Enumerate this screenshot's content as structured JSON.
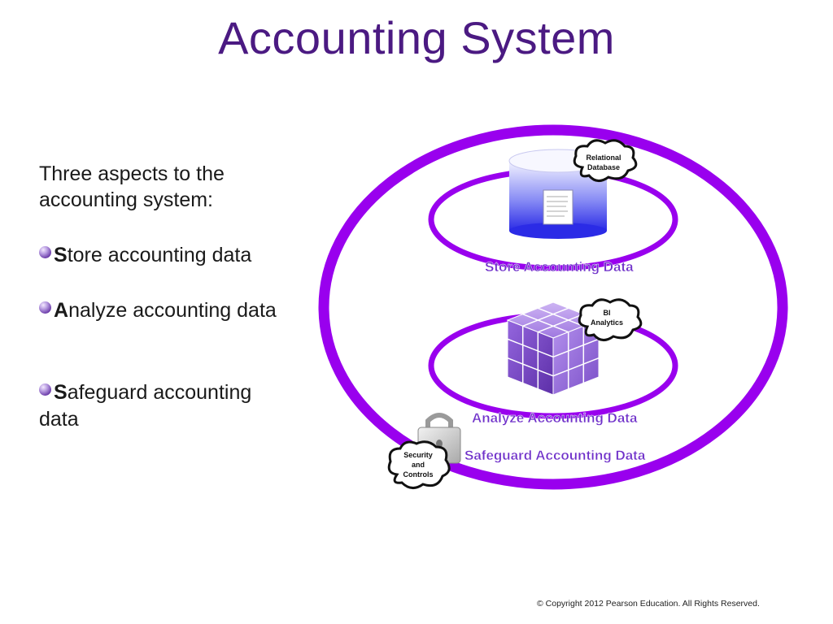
{
  "slide": {
    "title": "Accounting System",
    "intro": "Three aspects to the accounting system:",
    "bullets": [
      {
        "initial": "S",
        "rest": "tore accounting data"
      },
      {
        "initial": "A",
        "rest": "nalyze accounting data"
      },
      {
        "initial": "S",
        "rest": "afeguard accounting data"
      }
    ]
  },
  "diagram": {
    "clouds": {
      "relational_database": [
        "Relational",
        "Database"
      ],
      "bi_analytics": [
        "BI",
        "Analytics"
      ],
      "security_controls": [
        "Security",
        "and",
        "Controls"
      ]
    },
    "labels": {
      "store": "Store Accounting Data",
      "analyze": "Analyze Accounting Data",
      "safeguard": "Safeguard Accounting Data"
    },
    "colors": {
      "ring": "#9900ee",
      "title": "#4b1a82",
      "label": "#6e2fc9",
      "cube": "#8a5bd6"
    }
  },
  "footer": {
    "copyright": "© Copyright 2012 Pearson Education. All Rights Reserved."
  }
}
